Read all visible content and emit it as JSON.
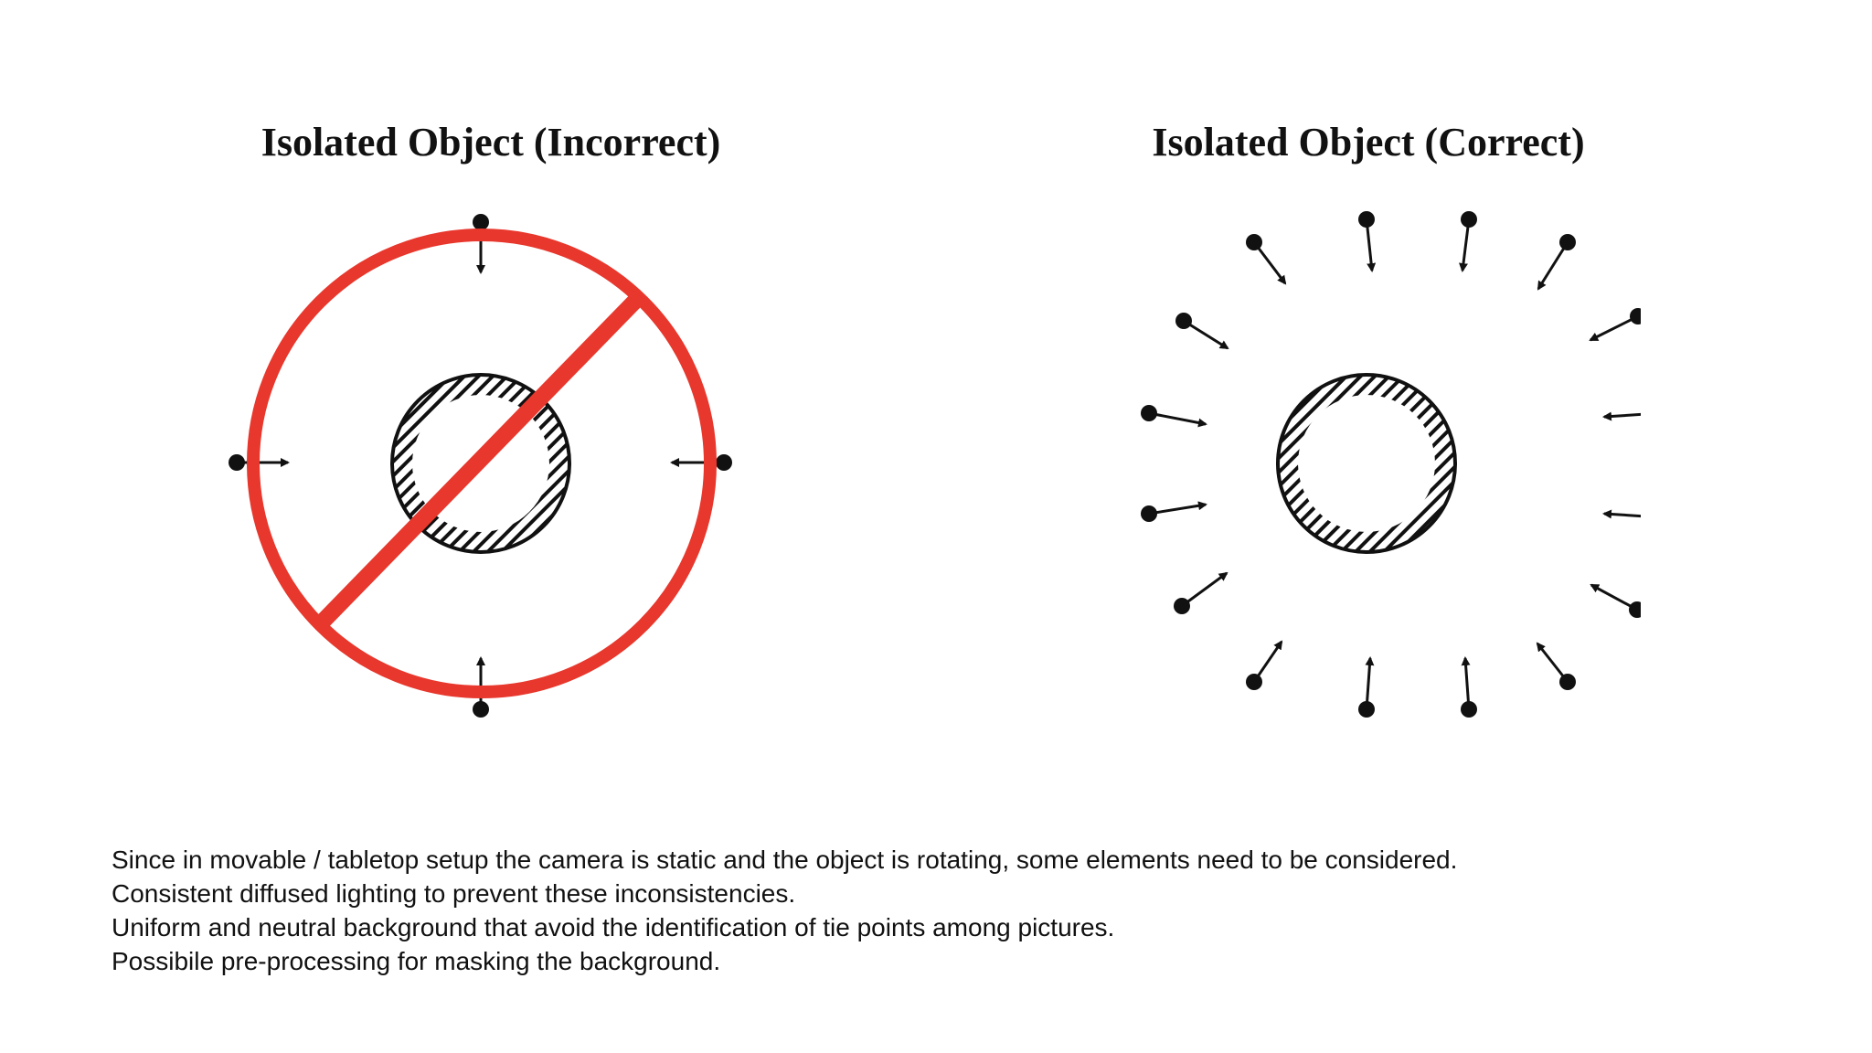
{
  "diagrams": {
    "incorrect": {
      "title": "Isolated Object (Incorrect)"
    },
    "correct": {
      "title": "Isolated Object (Correct)"
    }
  },
  "colors": {
    "prohibition": "#e8372c",
    "ink": "#111111",
    "background": "#ffffff"
  },
  "caption": {
    "lines": [
      "Since in movable / tabletop setup the camera is static and the object is rotating, some elements need to be considered.",
      "Consistent diffused lighting to prevent these inconsistencies.",
      "Uniform and neutral background that avoid the identification of tie points among pictures.",
      "Possibile pre-processing for masking the background."
    ]
  }
}
